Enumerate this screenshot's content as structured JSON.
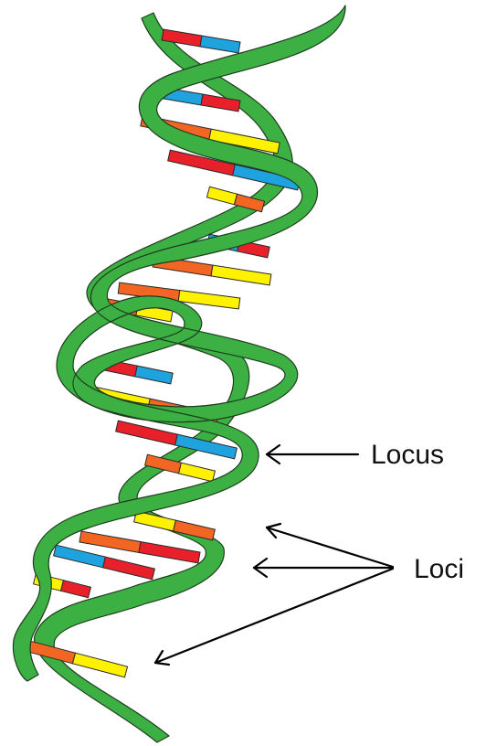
{
  "labels": {
    "locus": "Locus",
    "loci": "Loci"
  },
  "colors": {
    "strand": "#3cb043",
    "strand_outline": "#1f3d1f",
    "base_red": "#e8202a",
    "base_blue": "#1fa3df",
    "base_orange": "#f26522",
    "base_yellow": "#fff200",
    "arrow": "#000000"
  },
  "base_pairs": [
    {
      "left": "red",
      "right": "blue"
    },
    {
      "left": "blue",
      "right": "red"
    },
    {
      "left": "orange",
      "right": "yellow"
    },
    {
      "left": "red",
      "right": "blue"
    },
    {
      "left": "yellow",
      "right": "orange"
    },
    {
      "left": "blue",
      "right": "red"
    },
    {
      "left": "orange",
      "right": "yellow"
    },
    {
      "left": "orange",
      "right": "yellow"
    },
    {
      "left": "orange",
      "right": "yellow"
    },
    {
      "left": "red",
      "right": "blue"
    },
    {
      "left": "yellow",
      "right": "orange"
    },
    {
      "left": "red",
      "right": "blue"
    },
    {
      "left": "orange",
      "right": "yellow"
    },
    {
      "left": "yellow",
      "right": "orange"
    },
    {
      "left": "orange",
      "right": "red"
    },
    {
      "left": "blue",
      "right": "red"
    },
    {
      "left": "yellow",
      "right": "red"
    },
    {
      "left": "orange",
      "right": "yellow"
    }
  ]
}
